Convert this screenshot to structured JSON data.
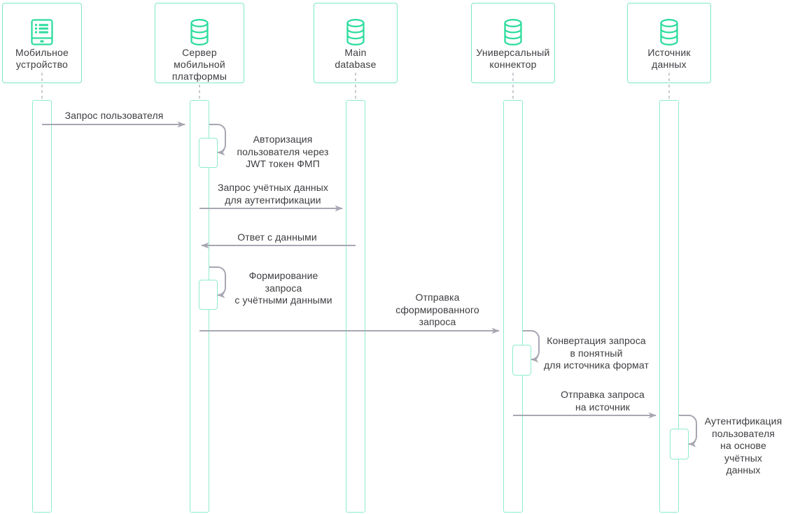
{
  "diagram_type": "uml-sequence-diagram",
  "participants": [
    {
      "id": "mobile-device",
      "label": "Мобильное\nустройство",
      "icon": "device-icon"
    },
    {
      "id": "mobile-platform-server",
      "label": "Сервер\nмобильной\nплатформы",
      "icon": "database-icon"
    },
    {
      "id": "main-database",
      "label": "Main\ndatabase",
      "icon": "database-icon"
    },
    {
      "id": "universal-connector",
      "label": "Универсальный\nконнектор",
      "icon": "database-icon"
    },
    {
      "id": "data-source",
      "label": "Источник\nданных",
      "icon": "database-icon"
    }
  ],
  "messages": [
    {
      "type": "message",
      "from": "mobile-device",
      "to": "mobile-platform-server",
      "label": "Запрос пользователя"
    },
    {
      "type": "self-message",
      "on": "mobile-platform-server",
      "label": "Авторизация\nпользователя через\nJWT токен ФМП"
    },
    {
      "type": "message",
      "from": "mobile-platform-server",
      "to": "main-database",
      "label": "Запрос учётных данных\nдля аутентификации"
    },
    {
      "type": "message",
      "from": "main-database",
      "to": "mobile-platform-server",
      "label": "Ответ с данными"
    },
    {
      "type": "self-message",
      "on": "mobile-platform-server",
      "label": "Формирование\nзапроса\nс учётными данными"
    },
    {
      "type": "message",
      "from": "mobile-platform-server",
      "to": "universal-connector",
      "label": "Отправка\nсформированного\nзапроса"
    },
    {
      "type": "self-message",
      "on": "universal-connector",
      "label": "Конвертация запроса\nв понятный\nдля источника формат"
    },
    {
      "type": "message",
      "from": "universal-connector",
      "to": "data-source",
      "label": "Отправка запроса\nна источник"
    },
    {
      "type": "self-message",
      "on": "data-source",
      "label": "Аутентификация\nпользователя\nна основе учётных\nданных"
    }
  ],
  "colors": {
    "accent_green": "#2edd9e",
    "border_green": "#7de9c3",
    "bar_border": "#8feccd",
    "arrow_gray": "#a7a7b3",
    "dash_gray": "#b9bac4",
    "text_dark": "#3d3d42",
    "background": "#ffffff"
  }
}
